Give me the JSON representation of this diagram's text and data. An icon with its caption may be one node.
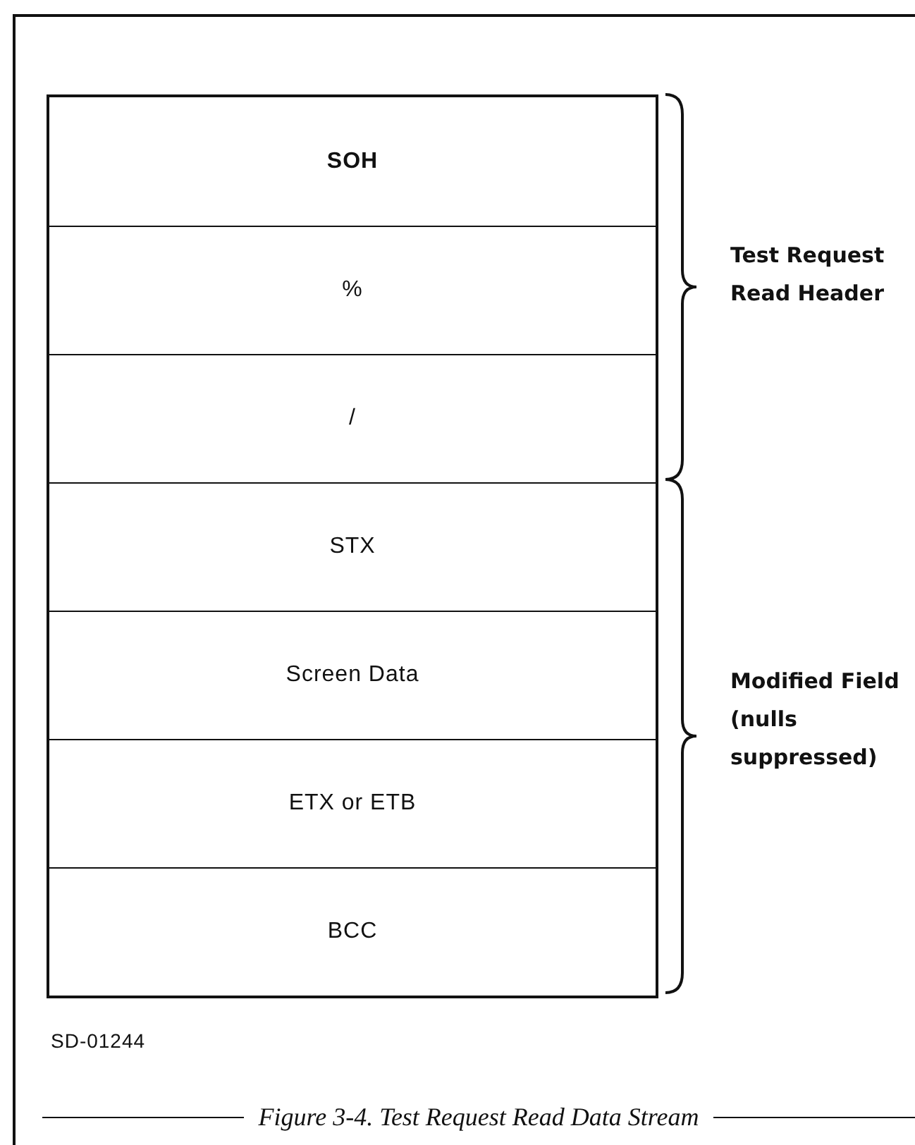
{
  "diagram": {
    "caption": "Figure 3-4. Test Request Read Data Stream",
    "nodes": [
      {
        "text": [
          "SOH"
        ]
      },
      {
        "text": [
          "%"
        ]
      },
      {
        "text": [
          "/"
        ]
      },
      {
        "text": [
          "STX"
        ]
      },
      {
        "text": [
          "Screen Data"
        ]
      },
      {
        "text": [
          "ETX or ETB"
        ]
      },
      {
        "text": [
          "BCC"
        ]
      }
    ],
    "labels": [
      "Test Request Read Header",
      "Modified Field (nulls suppressed)",
      "SD-01244"
    ]
  }
}
